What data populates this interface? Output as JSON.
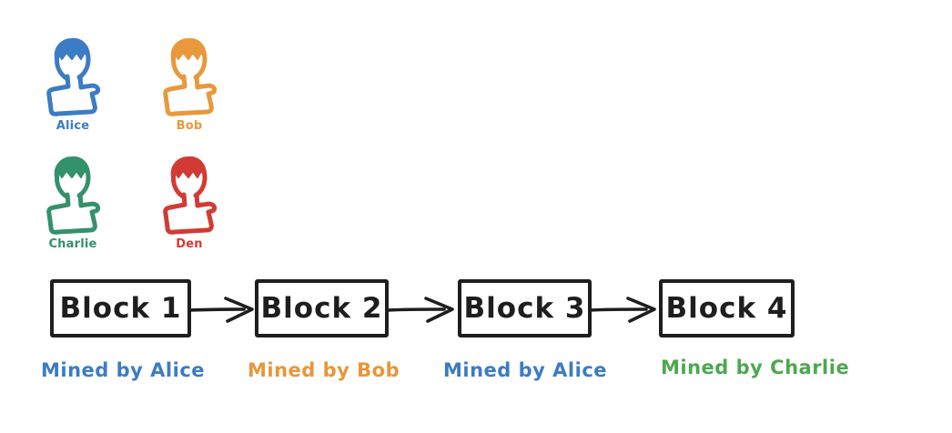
{
  "canvas": {
    "background": "#ffffff",
    "stroke_color": "#1e1e1e"
  },
  "actors": [
    {
      "name": "Alice",
      "color": "#3b7cc4",
      "icon": "person-bust-icon"
    },
    {
      "name": "Bob",
      "color": "#e8993c",
      "icon": "person-bust-icon"
    },
    {
      "name": "Charlie",
      "color": "#33916b",
      "icon": "person-bust-icon"
    },
    {
      "name": "Den",
      "color": "#d23b33",
      "icon": "person-bust-icon"
    }
  ],
  "chain": {
    "connector_icon": "arrow-right-icon",
    "blocks": [
      {
        "label": "Block 1",
        "mined_by": "Mined by Alice",
        "mined_color": "#3b7cc4"
      },
      {
        "label": "Block 2",
        "mined_by": "Mined by Bob",
        "mined_color": "#e8963a"
      },
      {
        "label": "Block 3",
        "mined_by": "Mined by Alice",
        "mined_color": "#3b7cc4"
      },
      {
        "label": "Block 4",
        "mined_by": "Mined by Charlie",
        "mined_color": "#4ca84f"
      }
    ]
  }
}
